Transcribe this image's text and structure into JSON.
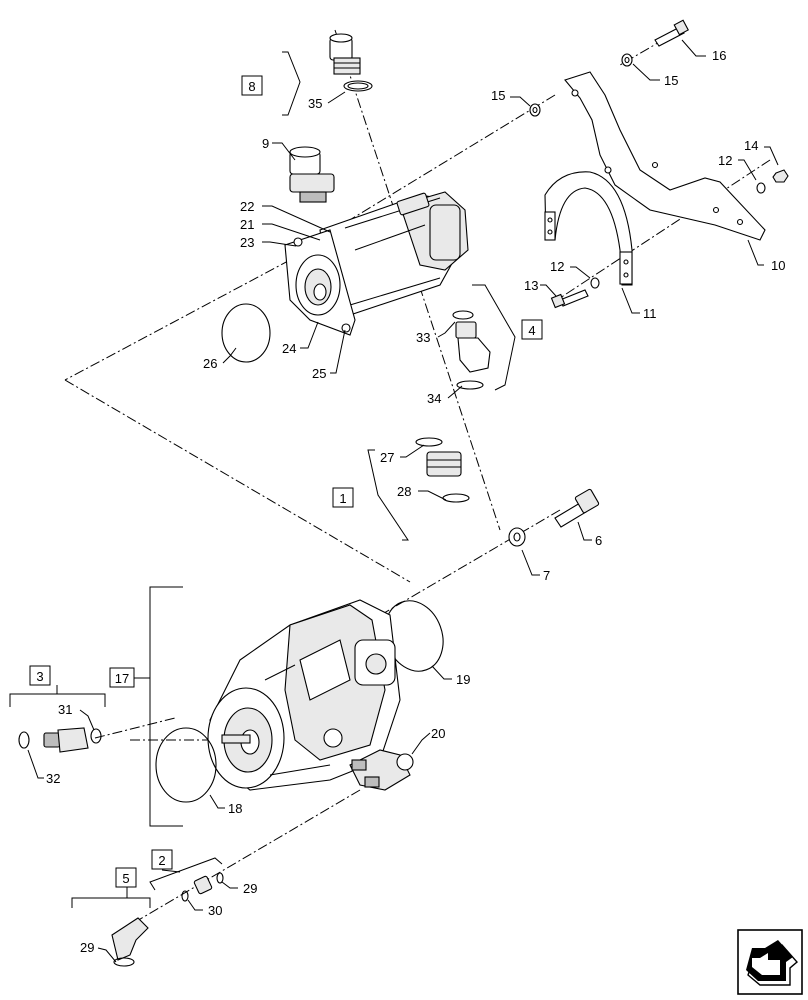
{
  "diagram": {
    "callouts": {
      "c1": "1",
      "c2": "2",
      "c3": "3",
      "c4": "4",
      "c5": "5",
      "c6": "6",
      "c7": "7",
      "c8": "8",
      "c9": "9",
      "c10": "10",
      "c11": "11",
      "c12a": "12",
      "c12b": "12",
      "c13": "13",
      "c14": "14",
      "c15a": "15",
      "c15b": "15",
      "c16": "16",
      "c17": "17",
      "c18": "18",
      "c19": "19",
      "c20": "20",
      "c21": "21",
      "c22": "22",
      "c23": "23",
      "c24": "24",
      "c25": "25",
      "c26": "26",
      "c27": "27",
      "c28": "28",
      "c29a": "29",
      "c29b": "29",
      "c30": "30",
      "c31": "31",
      "c32": "32",
      "c33": "33",
      "c34": "34",
      "c35": "35"
    },
    "nav_icon": "next-page-arrow-icon"
  }
}
